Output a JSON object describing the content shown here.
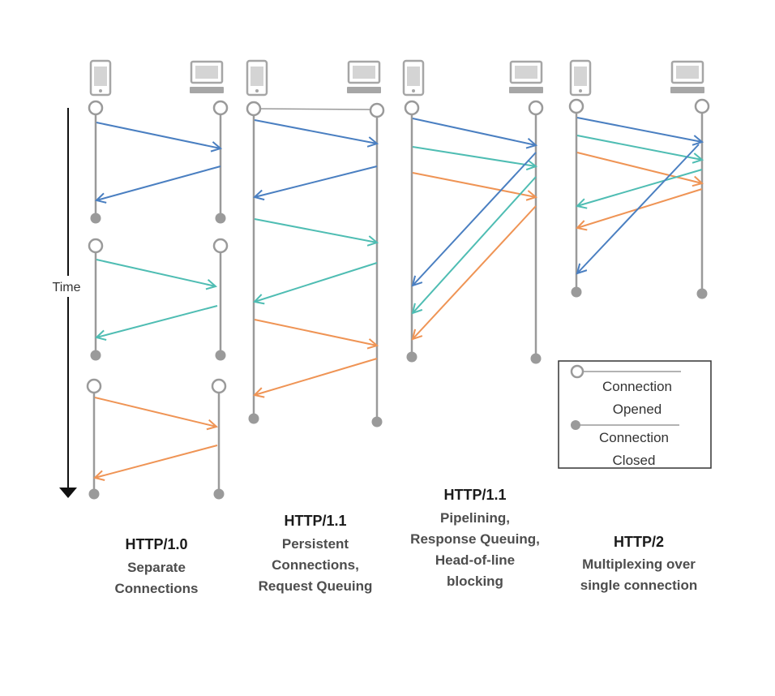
{
  "colors": {
    "blue": "#4a7fc1",
    "teal": "#4fbdb3",
    "orange": "#ef9455",
    "timeline": "#9a9a9a",
    "icon": "#a6a6a6",
    "text_dark": "#1a1a1a",
    "text_sub": "#4d4d4d"
  },
  "time_axis": {
    "label": "Time"
  },
  "legend": {
    "opened_line1": "Connection",
    "opened_line2": "Opened",
    "closed_line1": "Connection",
    "closed_line2": "Closed"
  },
  "panels": [
    {
      "id": "http10",
      "title": "HTTP/1.0",
      "subtitle_lines": [
        "Separate",
        "Connections"
      ],
      "client_icon": "mobile-phone-icon",
      "server_icon": "desktop-computer-icon"
    },
    {
      "id": "http11-persistent",
      "title": "HTTP/1.1",
      "subtitle_lines": [
        "Persistent",
        "Connections,",
        "Request Queuing"
      ],
      "client_icon": "mobile-phone-icon",
      "server_icon": "desktop-computer-icon"
    },
    {
      "id": "http11-pipelining",
      "title": "HTTP/1.1",
      "subtitle_lines": [
        "Pipelining,",
        "Response Queuing,",
        "Head-of-line",
        "blocking"
      ],
      "client_icon": "mobile-phone-icon",
      "server_icon": "desktop-computer-icon"
    },
    {
      "id": "http2",
      "title": "HTTP/2",
      "subtitle_lines": [
        "Multiplexing over",
        "single connection"
      ],
      "client_icon": "mobile-phone-icon",
      "server_icon": "desktop-computer-icon"
    }
  ]
}
